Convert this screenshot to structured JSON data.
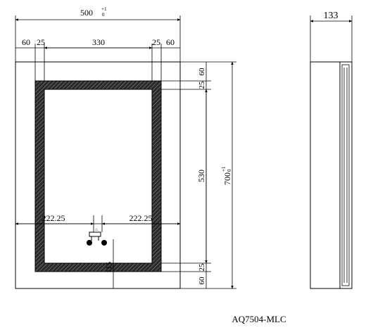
{
  "front_view": {
    "overall_width": {
      "value": "500",
      "tol_upper": "+1",
      "tol_lower": "0"
    },
    "overall_height": {
      "value": "700",
      "tol_upper": "+1",
      "tol_lower": "0"
    },
    "top_segments": [
      "60",
      "25",
      "330",
      "25",
      "60"
    ],
    "inner_height": "530",
    "right_top_margins": [
      "60",
      "25"
    ],
    "right_bottom_margins": [
      "25",
      "60"
    ],
    "switch_left_offset": "222.25",
    "switch_right_offset": "222.25",
    "switch_height": "115"
  },
  "side_view": {
    "depth": "133"
  },
  "model_code": "AQ7504-MLC"
}
